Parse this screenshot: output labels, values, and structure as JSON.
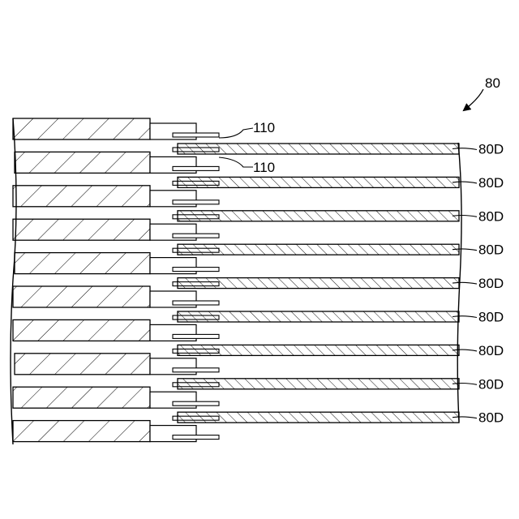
{
  "figure": {
    "assembly_ref": "80",
    "connector_ref": "110",
    "connector_ref_second": "110",
    "layer_refs": [
      "80D",
      "80D",
      "80D",
      "80D",
      "80D",
      "80D",
      "80D",
      "80D",
      "80D"
    ],
    "left_block_count": 10,
    "right_plate_count": 9,
    "colors": {
      "line": "#000000",
      "background": "#ffffff"
    }
  }
}
